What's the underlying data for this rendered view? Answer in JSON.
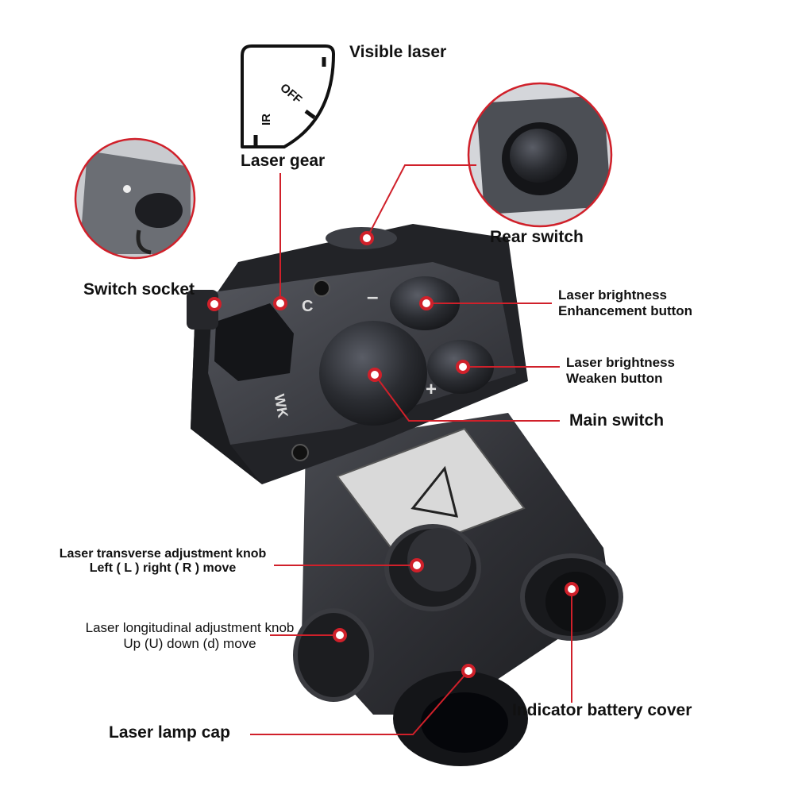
{
  "gear_inset": {
    "title": "Laser gear",
    "visible_laser": "Visible laser",
    "off_text": "OFF",
    "ir_text": "IR"
  },
  "callouts": {
    "switch_socket": "Switch socket",
    "rear_switch": "Rear switch",
    "brightness_up": [
      "Laser brightness",
      "Enhancement button"
    ],
    "brightness_down": [
      "Laser brightness",
      "Weaken button"
    ],
    "main_switch": "Main switch",
    "transverse_knob": [
      "Laser transverse adjustment knob",
      "Left ( L ) right ( R ) move"
    ],
    "longitudinal_knob": [
      "Laser longitudinal adjustment knob",
      "Up (U) down (d) move"
    ],
    "battery_cover": "Indicator battery cover",
    "lamp_cap": "Laser lamp cap"
  },
  "device_markings": {
    "minus": "–",
    "plus": "+",
    "c_mark": "C",
    "wk_mark": "WK"
  },
  "colors": {
    "accent": "#d0202a",
    "body_dark": "#2b2c30",
    "body_mid": "#45474d",
    "label_text": "#111111"
  }
}
